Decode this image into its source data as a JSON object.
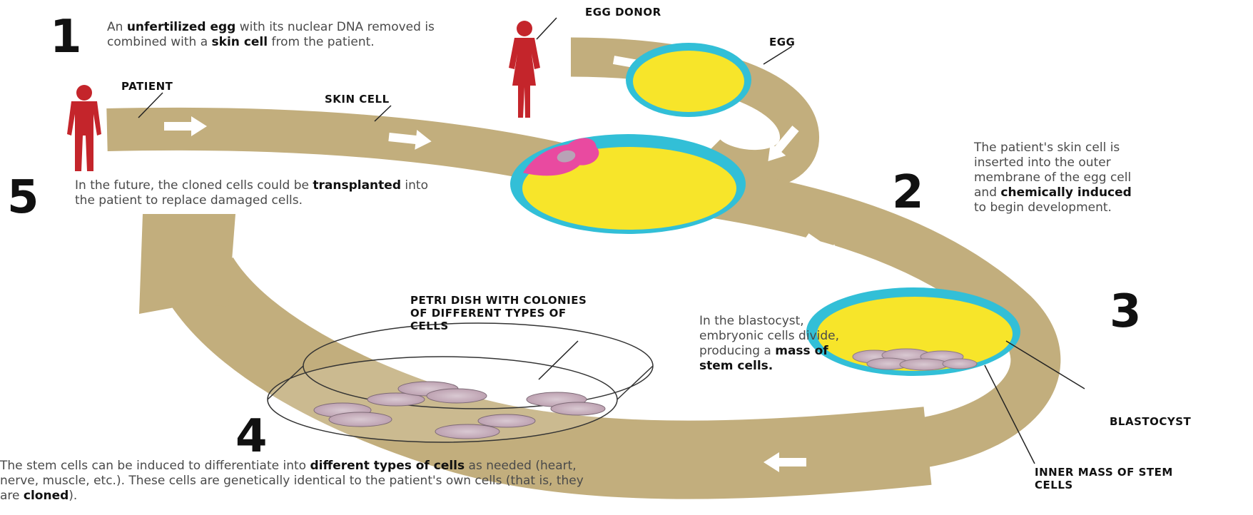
{
  "steps": {
    "s1": {
      "number": "1",
      "pre": "An ",
      "b1": "unfertilized egg",
      "mid": " with its nuclear DNA removed is combined with a ",
      "b2": "skin cell",
      "post": " from the patient."
    },
    "s2": {
      "number": "2",
      "pre": "The patient's skin cell is inserted into the outer membrane of the egg cell and ",
      "b1": "chemically induced",
      "post": " to begin development."
    },
    "s3": {
      "number": "3",
      "pre": "In the blastocyst, embryonic cells divide, producing a ",
      "b1": "mass of stem cells."
    },
    "s4": {
      "number": "4",
      "pre": "The stem cells can be induced to differentiate into ",
      "b1": "different types of cells",
      "mid": " as needed (heart, nerve, muscle, etc.). These cells are genetically identical to the patient's own cells (that is, they are ",
      "b2": "cloned",
      "post": ")."
    },
    "s5": {
      "number": "5",
      "pre": "In the future, the cloned cells could be ",
      "b1": "transplanted",
      "post": " into the patient to replace damaged cells."
    }
  },
  "labels": {
    "egg_donor": "EGG DONOR",
    "egg": "EGG",
    "patient": "PATIENT",
    "skin_cell": "SKIN CELL",
    "petri_dish": "PETRI DISH WITH COLONIES OF DIFFERENT TYPES OF CELLS",
    "blastocyst": "BLASTOCYST",
    "inner_mass": "INNER MASS OF STEM CELLS"
  },
  "colors": {
    "path": "#c2ae7d",
    "egg_fill": "#f7e52a",
    "membrane": "#32bfd7",
    "figure": "#c4252b",
    "skin_cell": "#e94aa0",
    "arrow": "#ffffff"
  },
  "icons": [
    "person-icon",
    "cell-icon",
    "petri-dish-icon",
    "arrow-icon"
  ]
}
